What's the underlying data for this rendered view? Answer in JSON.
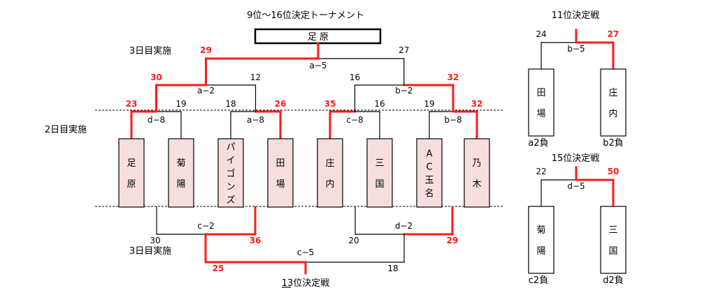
{
  "colors": {
    "win": "#ff1a1a",
    "line": "#000000",
    "team_box": "#f6dede",
    "team_box_white": "#ffffff"
  },
  "main": {
    "title": "9位～16位決定トーナメント",
    "winner": "足 原",
    "day3_top": "3日目実施",
    "day2": "2日目実施",
    "day3_bottom": "3日目実施",
    "bottom_title": "13位決定戦",
    "teams": [
      "足原",
      "菊陽",
      "パイゴンズ",
      "田場",
      "庄内",
      "三国",
      "AC玉名",
      "乃木"
    ],
    "round1": [
      {
        "match": "d−8",
        "scores": [
          "23",
          "19"
        ],
        "winner": 0
      },
      {
        "match": "a−8",
        "scores": [
          "18",
          "26"
        ],
        "winner": 1
      },
      {
        "match": "c−8",
        "scores": [
          "35",
          "16"
        ],
        "winner": 0
      },
      {
        "match": "b−8",
        "scores": [
          "19",
          "32"
        ],
        "winner": 1
      }
    ],
    "round2": [
      {
        "match": "a−2",
        "scores": [
          "30",
          "12"
        ],
        "winner": 0
      },
      {
        "match": "b−2",
        "scores": [
          "16",
          "32"
        ],
        "winner": 1
      }
    ],
    "final": {
      "match": "a−5",
      "scores": [
        "29",
        "27"
      ],
      "winner": 0
    },
    "lower_round": [
      {
        "match": "c−2",
        "scores": [
          "30",
          "36"
        ],
        "winner": 1
      },
      {
        "match": "d−2",
        "scores": [
          "20",
          "29"
        ],
        "winner": 1
      }
    ],
    "lower_final": {
      "match": "c−5",
      "scores": [
        "25",
        "18"
      ],
      "winner": 0
    }
  },
  "side": {
    "eleventh": {
      "title": "11位決定戦",
      "match": "b−5",
      "scores": [
        "24",
        "27"
      ],
      "winner": 1,
      "teams": [
        "田場",
        "庄内"
      ],
      "labels": [
        "a2負",
        "b2負"
      ]
    },
    "fifteenth": {
      "title": "15位決定戦",
      "match": "d−5",
      "scores": [
        "22",
        "50"
      ],
      "winner": 1,
      "teams": [
        "菊陽",
        "三国"
      ],
      "labels": [
        "c2負",
        "d2負"
      ]
    }
  }
}
